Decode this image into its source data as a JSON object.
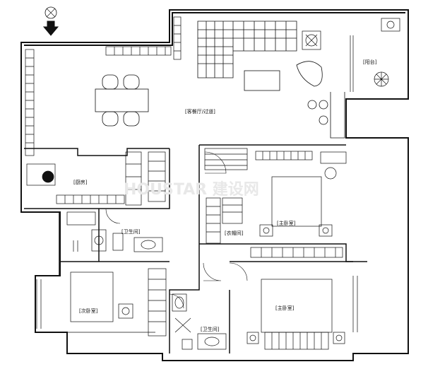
{
  "rooms": {
    "living": "[客餐厅/过道]",
    "balcony": "[阳台]",
    "kitchen": "[厨房]",
    "bedroom2": "[主卧室]",
    "master": "[主卧室]",
    "bedroom3": "[次卧室]",
    "bath1": "[卫生间]",
    "bath2": "[卫生间]",
    "wardrobe": "[衣帽间]"
  },
  "watermark": "HOUSTAR 建设网",
  "colors": {
    "line": "#111111",
    "fill": "#ffffff",
    "watermark": "#e6e6e6"
  }
}
